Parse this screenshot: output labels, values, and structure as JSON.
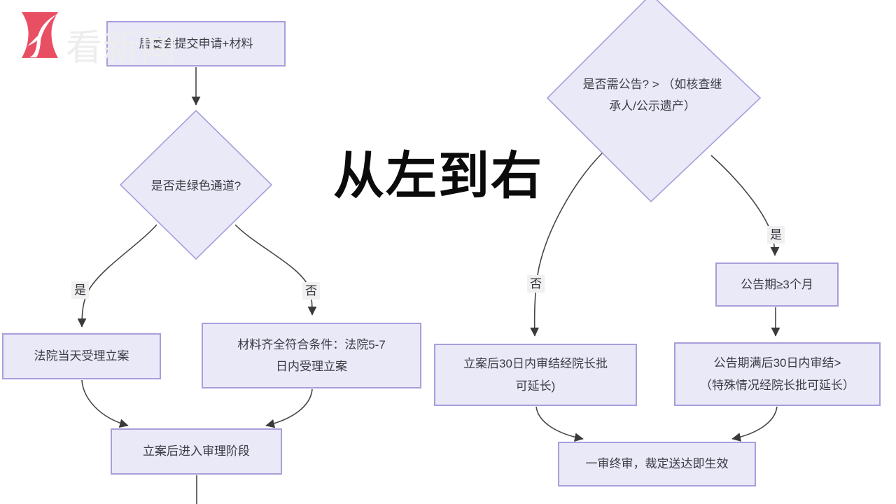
{
  "brand": {
    "logo_icon": "kankan-news-k-logo",
    "watermark_text": "看新闻"
  },
  "overlay_title": "从左到右",
  "left_flow": {
    "start": "居委会提交申请+材料",
    "decision": "是否走绿色通道?",
    "yes_label": "是",
    "no_label": "否",
    "yes_result": "法院当天受理立案",
    "no_result_line1": "材料齐全符合条件：法院5-7",
    "no_result_line2": "日内受理立案",
    "merge": "立案后进入审理阶段"
  },
  "right_flow": {
    "decision_line1": "是否需公告? > （如核查继",
    "decision_line2": "承人/公示遗产）",
    "no_label": "否",
    "yes_label": "是",
    "yes_step": "公告期≥3个月",
    "no_result_line1": "立案后30日内审结经院长批",
    "no_result_line2": "可延长)",
    "yes_result_line1": "公告期满后30日内审结>",
    "yes_result_line2": "（特殊情况经院长批可延长）",
    "merge": "一审终审，裁定送达即生效"
  },
  "colors": {
    "node_fill": "#e9e9f8",
    "node_border": "#a89fdb",
    "connector": "#464646",
    "arrowhead": "#3a3a3a",
    "edge_label_bg": "#f0f0f0",
    "node_text": "#3b3b44",
    "title_text": "#0b0b0b",
    "watermark": "#ededed",
    "logo_red": "#e94f63"
  }
}
